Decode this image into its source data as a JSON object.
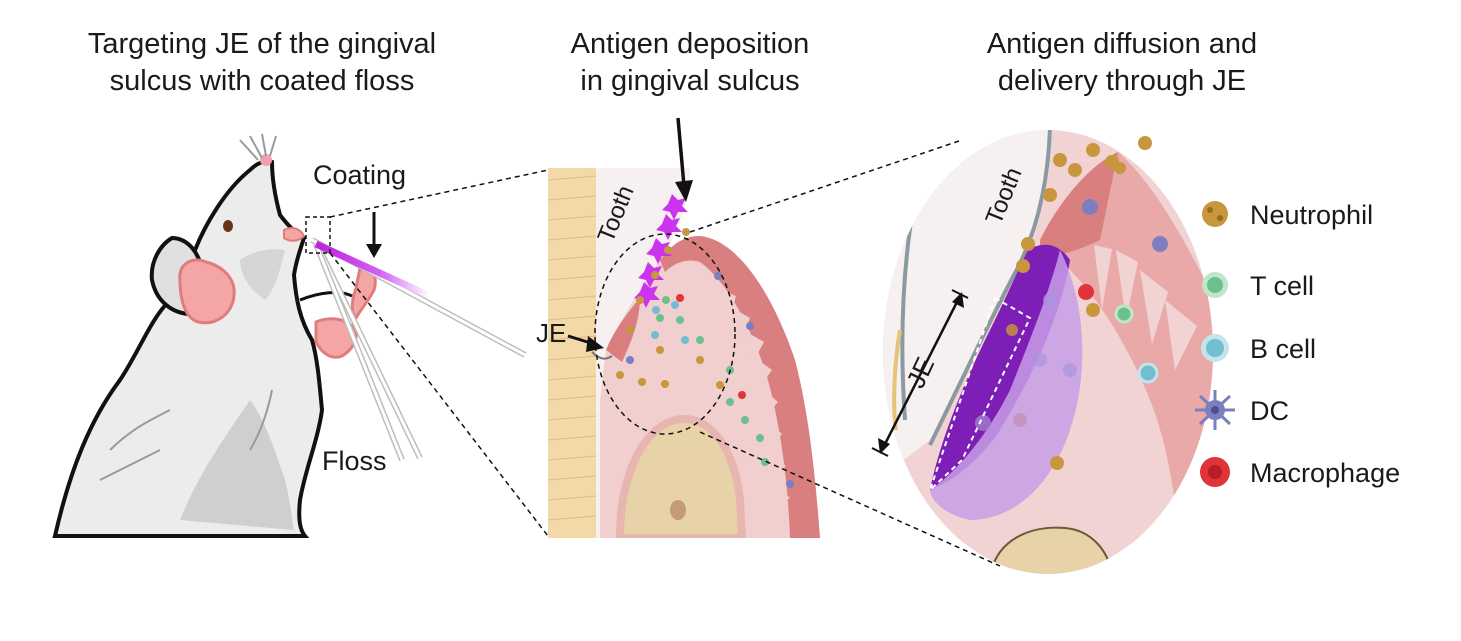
{
  "panels": [
    {
      "title_line1": "Targeting JE of the gingival",
      "title_line2": "sulcus with coated floss"
    },
    {
      "title_line1": "Antigen deposition",
      "title_line2": "in gingival sulcus"
    },
    {
      "title_line1": "Antigen diffusion and",
      "title_line2": "delivery through JE"
    }
  ],
  "labels": {
    "coating": "Coating",
    "floss": "Floss",
    "tooth_mid": "Tooth",
    "tooth_right": "Tooth",
    "je_mid": "JE",
    "je_right": "JE"
  },
  "legend": [
    {
      "label": "Neutrophil",
      "icon": "neutrophil-icon",
      "color": "#c8963c"
    },
    {
      "label": "T cell",
      "icon": "t-cell-icon",
      "color": "#6cc08e"
    },
    {
      "label": "B cell",
      "icon": "b-cell-icon",
      "color": "#74bcd0"
    },
    {
      "label": "DC",
      "icon": "dendritic-cell-icon",
      "color": "#7b7fc0"
    },
    {
      "label": "Macrophage",
      "icon": "macrophage-icon",
      "color": "#e0343a"
    }
  ],
  "colors": {
    "antigen": "#cc33ee",
    "gingiva": "#f1cfcf",
    "epithelium": "#d97f80",
    "tooth": "#f6f0f0",
    "bone": "#e8d3a8"
  }
}
